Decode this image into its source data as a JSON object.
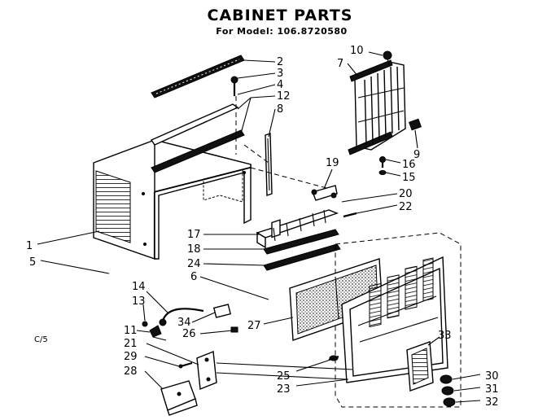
{
  "header": {
    "title": "CABINET PARTS",
    "subtitle": "For Model: 106.8720580"
  },
  "note": "C/5",
  "callouts": [
    "1",
    "2",
    "3",
    "4",
    "5",
    "6",
    "7",
    "8",
    "9",
    "10",
    "11",
    "12",
    "13",
    "14",
    "15",
    "16",
    "17",
    "18",
    "19",
    "20",
    "21",
    "22",
    "23",
    "24",
    "25",
    "26",
    "27",
    "28",
    "29",
    "30",
    "31",
    "32",
    "33",
    "34"
  ]
}
